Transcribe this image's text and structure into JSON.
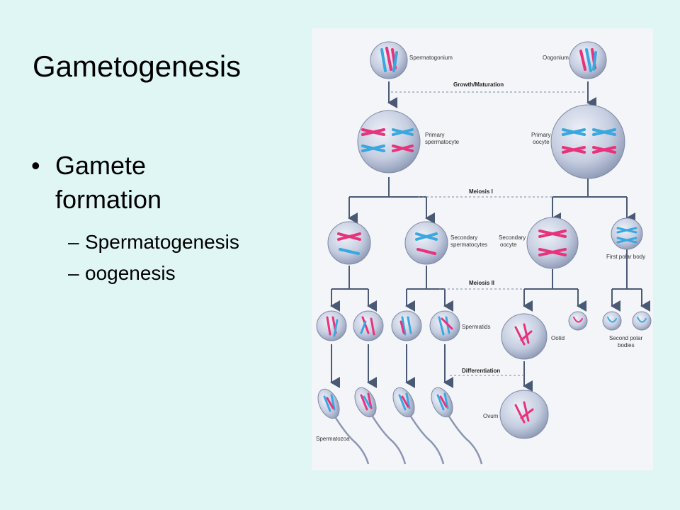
{
  "slide": {
    "title": "Gametogenesis",
    "bullet": "Gamete formation",
    "bullet_line1": "Gamete",
    "bullet_line2": "formation",
    "sub_items": [
      "Spermatogenesis",
      "oogenesis"
    ]
  },
  "figure": {
    "labels": {
      "spermatogonium": "Spermatogonium",
      "oogonium": "Oogonium",
      "growth": "Growth/Maturation",
      "primary_spermatocyte_1": "Primary",
      "primary_spermatocyte_2": "spermatocyte",
      "primary_oocyte_1": "Primary",
      "primary_oocyte_2": "oocyte",
      "meiosis1": "Meiosis I",
      "secondary_spermatocytes_1": "Secondary",
      "secondary_spermatocytes_2": "spermatocytes",
      "secondary_oocyte_1": "Secondary",
      "secondary_oocyte_2": "oocyte",
      "first_polar_body": "First polar body",
      "meiosis2": "Meiosis II",
      "spermatids": "Spermatids",
      "ootid": "Ootid",
      "second_polar_1": "Second polar",
      "second_polar_2": "bodies",
      "differentiation": "Differentiation",
      "ovum": "Ovum",
      "spermatozoa": "Spermatozoa"
    },
    "colors": {
      "pink": "#e8327c",
      "blue": "#3aa8e0",
      "cell": "#c5cde0",
      "line": "#4a5a75"
    }
  }
}
